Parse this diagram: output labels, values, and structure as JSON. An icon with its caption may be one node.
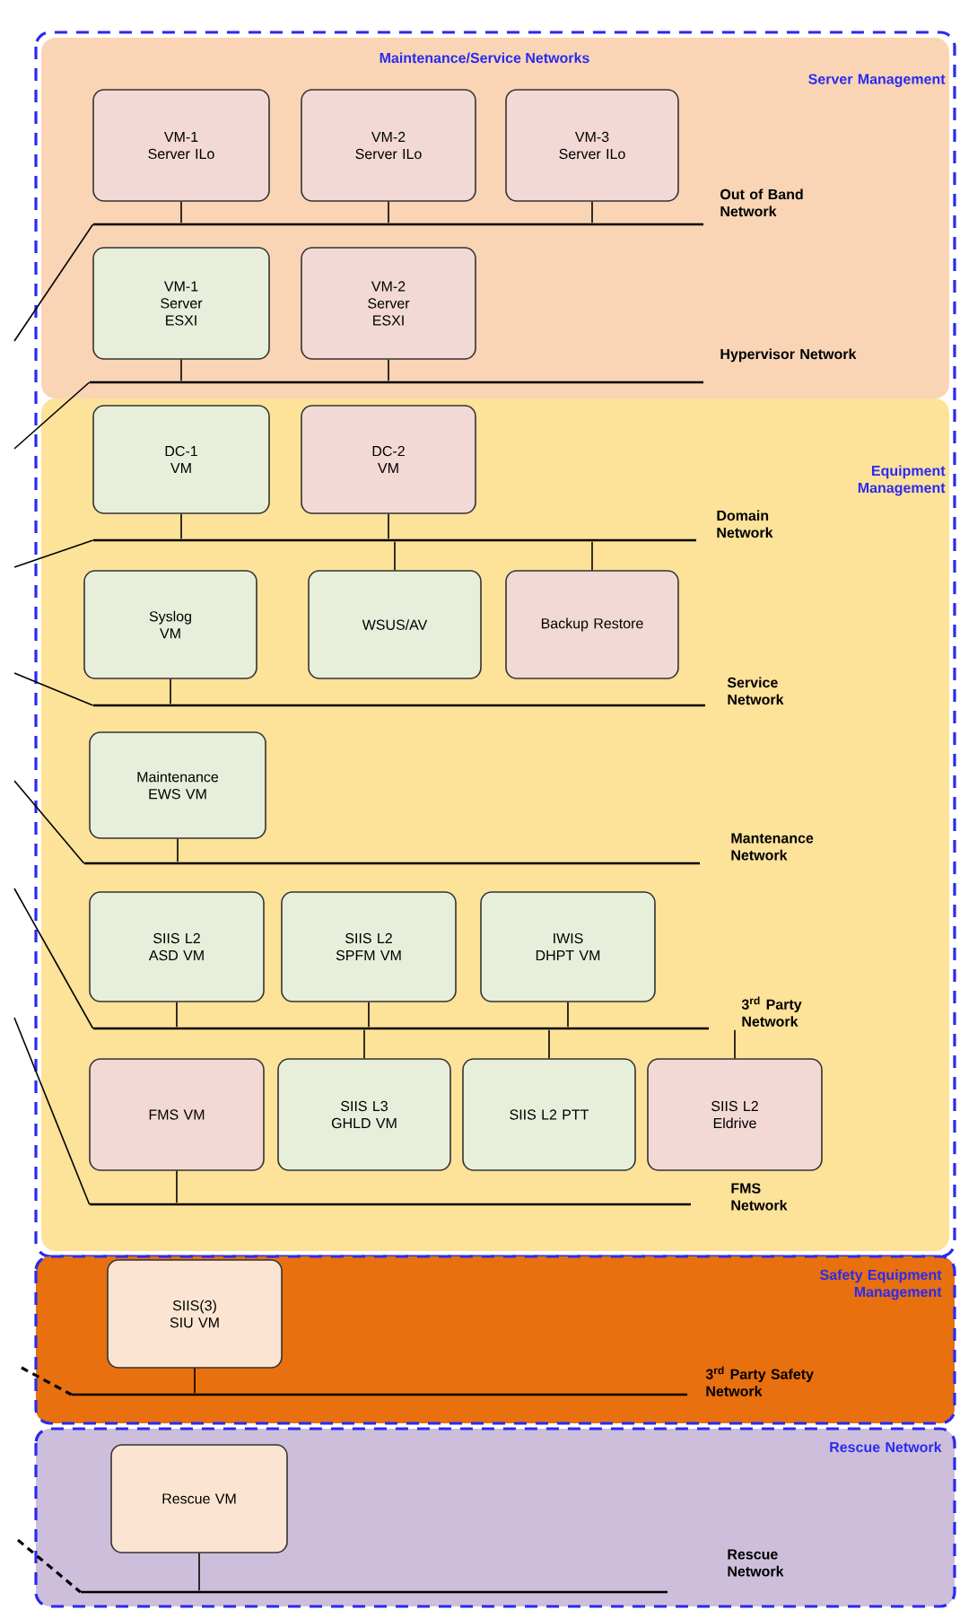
{
  "diagram": {
    "title": "Maintenance/Service Networks",
    "nodes": [
      {
        "text": [],
        "shape": "box"
      },
      {
        "text": [
          "Server Management"
        ],
        "in": 0
      },
      {
        "text": [
          "Equipment Management"
        ],
        "in": 0
      },
      {
        "text": [
          "Safety Equipment Management"
        ]
      },
      {
        "text": [
          "Rescue Network"
        ]
      },
      {
        "text": [
          "VM-1 Server ILo"
        ],
        "in": 1
      },
      {
        "text": [
          "VM-2 Server ILo"
        ],
        "in": 1
      },
      {
        "text": [
          "VM-3 Server ILo"
        ],
        "in": 1
      },
      {
        "text": [
          "Out of Band Network"
        ],
        "in": 1
      },
      {
        "text": [
          "VM-1 Server ESXI"
        ],
        "in": 1
      },
      {
        "text": [
          "VM-2 Server ESXI"
        ],
        "in": 1
      },
      {
        "text": [
          "Hypervisor Network"
        ],
        "in": 1
      },
      {
        "text": [
          "DC-1 VM"
        ],
        "in": 2
      },
      {
        "text": [
          "DC-2 VM"
        ],
        "in": 2
      },
      {
        "text": [
          "Domain Network"
        ],
        "in": 2
      },
      {
        "text": [
          "Syslog VM"
        ],
        "in": 2
      },
      {
        "text": [
          "WSUS/AV"
        ],
        "in": 2
      },
      {
        "text": [
          "Backup Restore"
        ],
        "in": 2
      },
      {
        "text": [
          "Service Network"
        ],
        "in": 2
      },
      {
        "text": [
          "Maintenance EWS VM"
        ],
        "in": 2
      },
      {
        "text": [
          "Mantenance Network"
        ],
        "in": 2
      },
      {
        "text": [
          "SIIS L2 ASD VM"
        ],
        "in": 2
      },
      {
        "text": [
          "SIIS L2 SPFM VM"
        ],
        "in": 2
      },
      {
        "text": [
          "IWIS DHPT VM"
        ],
        "in": 2
      },
      {
        "text": [
          "FMS VM"
        ],
        "in": 2
      },
      {
        "text": [
          "SIIS L3 GHLD VM"
        ],
        "in": 2
      },
      {
        "text": [
          "SIIS L2 PTT"
        ],
        "in": 2
      },
      {
        "text": [
          "SIIS L2 Eldrive"
        ],
        "in": 2
      },
      {
        "text": [
          "3$^{rd}$ Party Network"
        ],
        "in": 2
      },
      {
        "text": [
          "FMS Network"
        ],
        "in": 2
      },
      {
        "text": [
          "SIIS(3) SIU VM"
        ],
        "in": 3
      },
      {
        "text": [
          "3$^{rd}$ Party Safety Network"
        ],
        "in": 3
      },
      {
        "text": [
          "Rescue VM"
        ],
        "in": 4
      },
      {
        "text": [
          "Rescue Network"
        ],
        "in": 4
      }
    ],
    "edges": [
      {
        "from": 5,
        "to": 8,
        "arrow": "none"
      },
      {
        "from": 6,
        "to": 8,
        "arrow": "none"
      },
      {
        "from": 7,
        "to": 8,
        "arrow": "none"
      },
      {
        "from": null,
        "to": 8,
        "arrow": "none"
      },
      {
        "from": 9,
        "to": 11,
        "arrow": "none"
      },
      {
        "from": 10,
        "to": 11,
        "arrow": "none"
      },
      {
        "from": null,
        "to": 11,
        "arrow": "none"
      },
      {
        "from": 12,
        "to": 14,
        "arrow": "none"
      },
      {
        "from": 13,
        "to": 14,
        "arrow": "none"
      },
      {
        "from": 16,
        "to": 14,
        "arrow": "none"
      },
      {
        "from": 17,
        "to": 14,
        "arrow": "none"
      },
      {
        "from": null,
        "to": 14,
        "arrow": "none"
      },
      {
        "from": 15,
        "to": 18,
        "arrow": "none"
      },
      {
        "from": null,
        "to": 18,
        "arrow": "none"
      },
      {
        "from": 19,
        "to": 20,
        "arrow": "none"
      },
      {
        "from": null,
        "to": 20,
        "arrow": "none"
      },
      {
        "from": 21,
        "to": 28,
        "arrow": "none"
      },
      {
        "from": 22,
        "to": 28,
        "arrow": "none"
      },
      {
        "from": 23,
        "to": 28,
        "arrow": "none"
      },
      {
        "from": 25,
        "to": 28,
        "arrow": "none"
      },
      {
        "from": 26,
        "to": 28,
        "arrow": "none"
      },
      {
        "from": 27,
        "to": 28,
        "arrow": "none"
      },
      {
        "from": null,
        "to": 28,
        "arrow": "none"
      },
      {
        "from": 24,
        "to": 29,
        "arrow": "none"
      },
      {
        "from": null,
        "to": 29,
        "arrow": "none"
      },
      {
        "from": 30,
        "to": 31,
        "arrow": "none"
      },
      {
        "from": null,
        "to": 31,
        "arrow": "none",
        "style": "dashed"
      },
      {
        "from": 32,
        "to": 33,
        "arrow": "none"
      },
      {
        "from": null,
        "to": 33,
        "arrow": "none",
        "style": "dashed"
      }
    ]
  }
}
